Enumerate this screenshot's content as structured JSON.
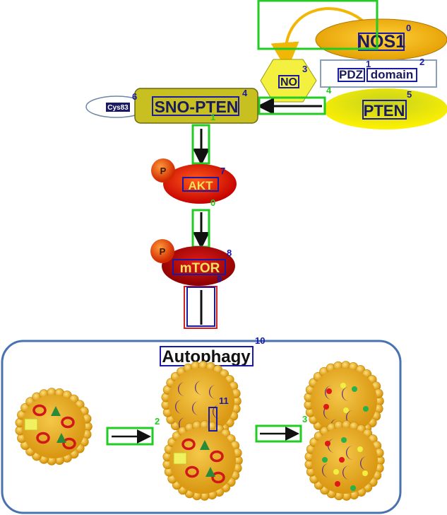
{
  "nodes": {
    "nos1": "NOS1",
    "pdz": "PDZ",
    "domain": "domain",
    "no": "NO",
    "sno_pten": "SNO-PTEN",
    "cys": "Cys83",
    "pten": "PTEN",
    "akt": "AKT",
    "mtor": "mTOR",
    "p": "P",
    "autophagy": "Autophagy"
  },
  "annotations": {
    "blue": [
      "0",
      "1",
      "2",
      "3",
      "4",
      "5",
      "6",
      "7",
      "8",
      "9",
      "10",
      "11"
    ],
    "green": [
      "1",
      "0",
      "4",
      "2",
      "3"
    ]
  },
  "colors": {
    "annotation_blue": "#1a1aa8",
    "annotation_green": "#22cc22",
    "annotation_red": "#d42020",
    "nos1_fill": "#f2b705",
    "sno_pten_fill": "#c8c020",
    "pten_fill": "#e8e010",
    "no_fill": "#f4f040",
    "akt_fill": "#d81818",
    "mtor_fill": "#a81010",
    "cell_fill": "#e6a81a",
    "frame": "#4a72b0"
  }
}
